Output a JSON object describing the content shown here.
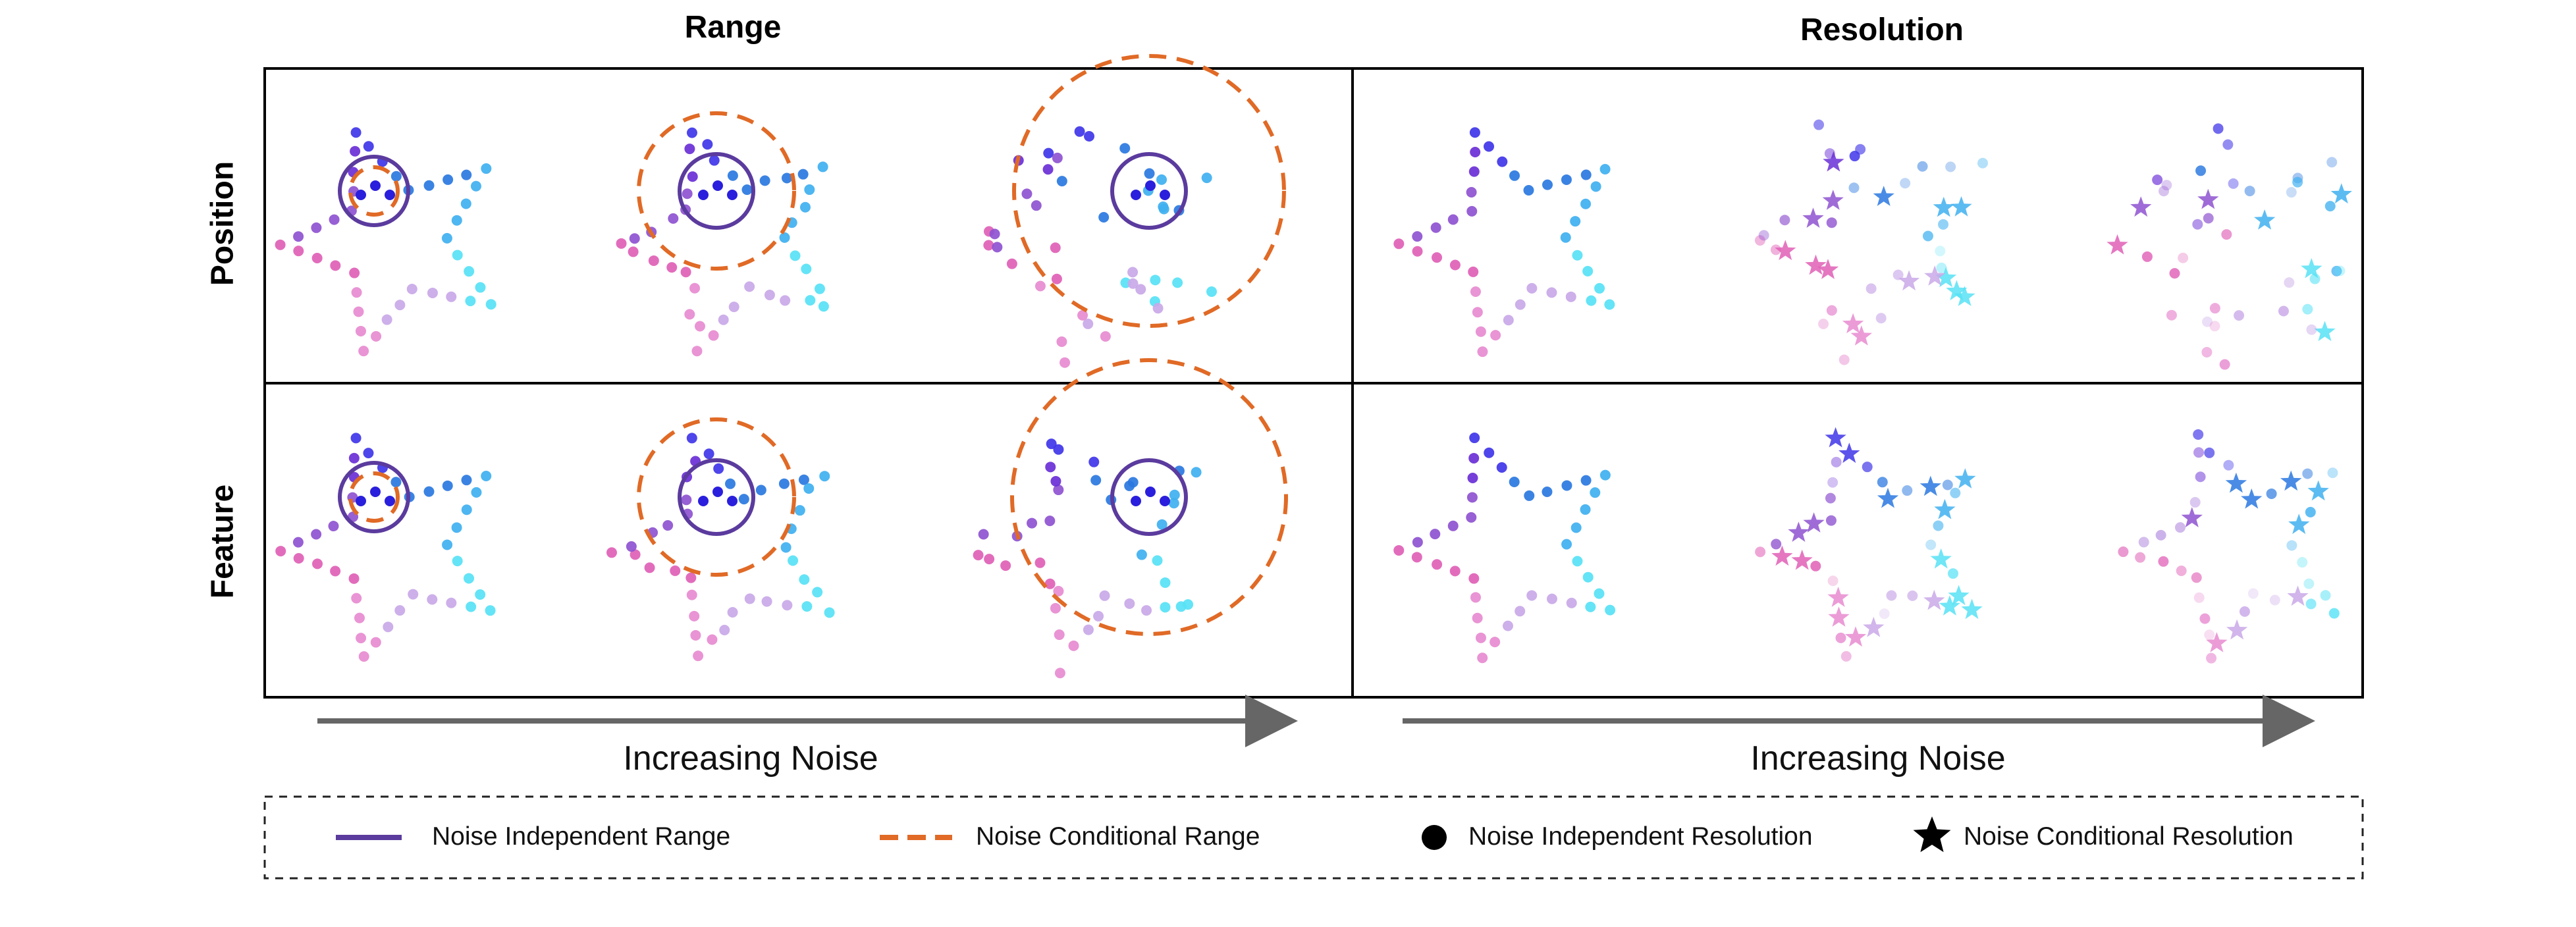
{
  "titles": {
    "range": "Range",
    "resolution": "Resolution"
  },
  "rows": {
    "position": "Position",
    "feature": "Feature"
  },
  "axis": {
    "left_label": "Increasing Noise",
    "right_label": "Increasing Noise"
  },
  "legend": {
    "independent_range": "Noise Independent Range",
    "conditional_range": "Noise Conditional Range",
    "independent_resolution": "Noise Independent Resolution",
    "conditional_resolution": "Noise Conditional Resolution"
  },
  "colors": {
    "independent_range": "#5b3b9e",
    "conditional_range": "#e06a26",
    "arrow": "#666666",
    "frame": "#000000",
    "palette": [
      "#6a2fd6",
      "#3f35e8",
      "#2a78e0",
      "#3fb0f0",
      "#57e2f5",
      "#c9a8e8",
      "#e78bd0",
      "#e05fb6",
      "#8e52d0"
    ]
  }
}
